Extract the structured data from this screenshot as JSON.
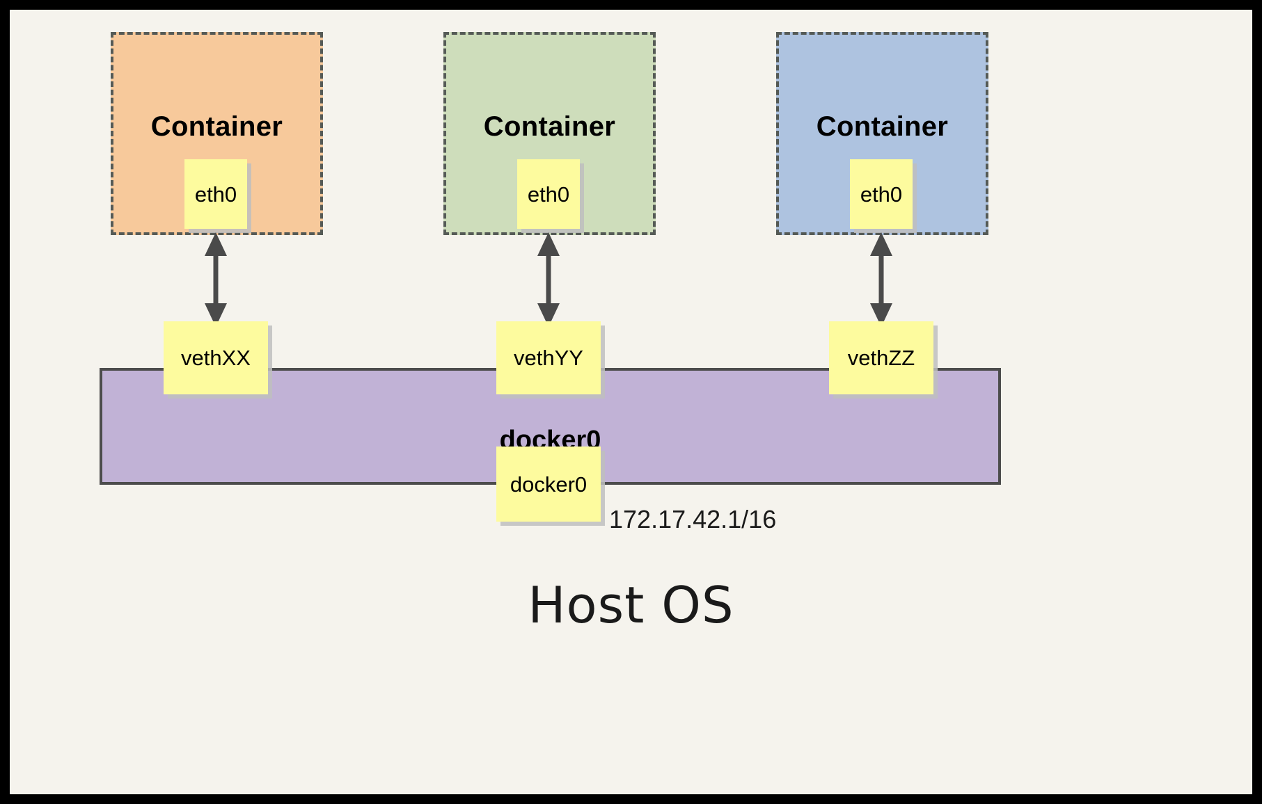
{
  "diagram": {
    "title_text": "Host OS",
    "bridge": {
      "name": "docker0",
      "interface_label": "docker0",
      "ip_cidr": "172.17.42.1/16",
      "fill_color": "#C1B2D6",
      "border_color": "#4C4C4C"
    },
    "background_color": "#F5F3ED",
    "frame_color": "#000000",
    "node_fill_color": "#FDFB9E",
    "arrow_color": "#4A4A4A",
    "containers": [
      {
        "label": "Container",
        "interface": "eth0",
        "veth": "vethXX",
        "fill_color": "#F7C99B",
        "border_color": "#555A56"
      },
      {
        "label": "Container",
        "interface": "eth0",
        "veth": "vethYY",
        "fill_color": "#CEDDBB",
        "border_color": "#555A56"
      },
      {
        "label": "Container",
        "interface": "eth0",
        "veth": "vethZZ",
        "fill_color": "#AEC3E0",
        "border_color": "#555A56"
      }
    ]
  }
}
